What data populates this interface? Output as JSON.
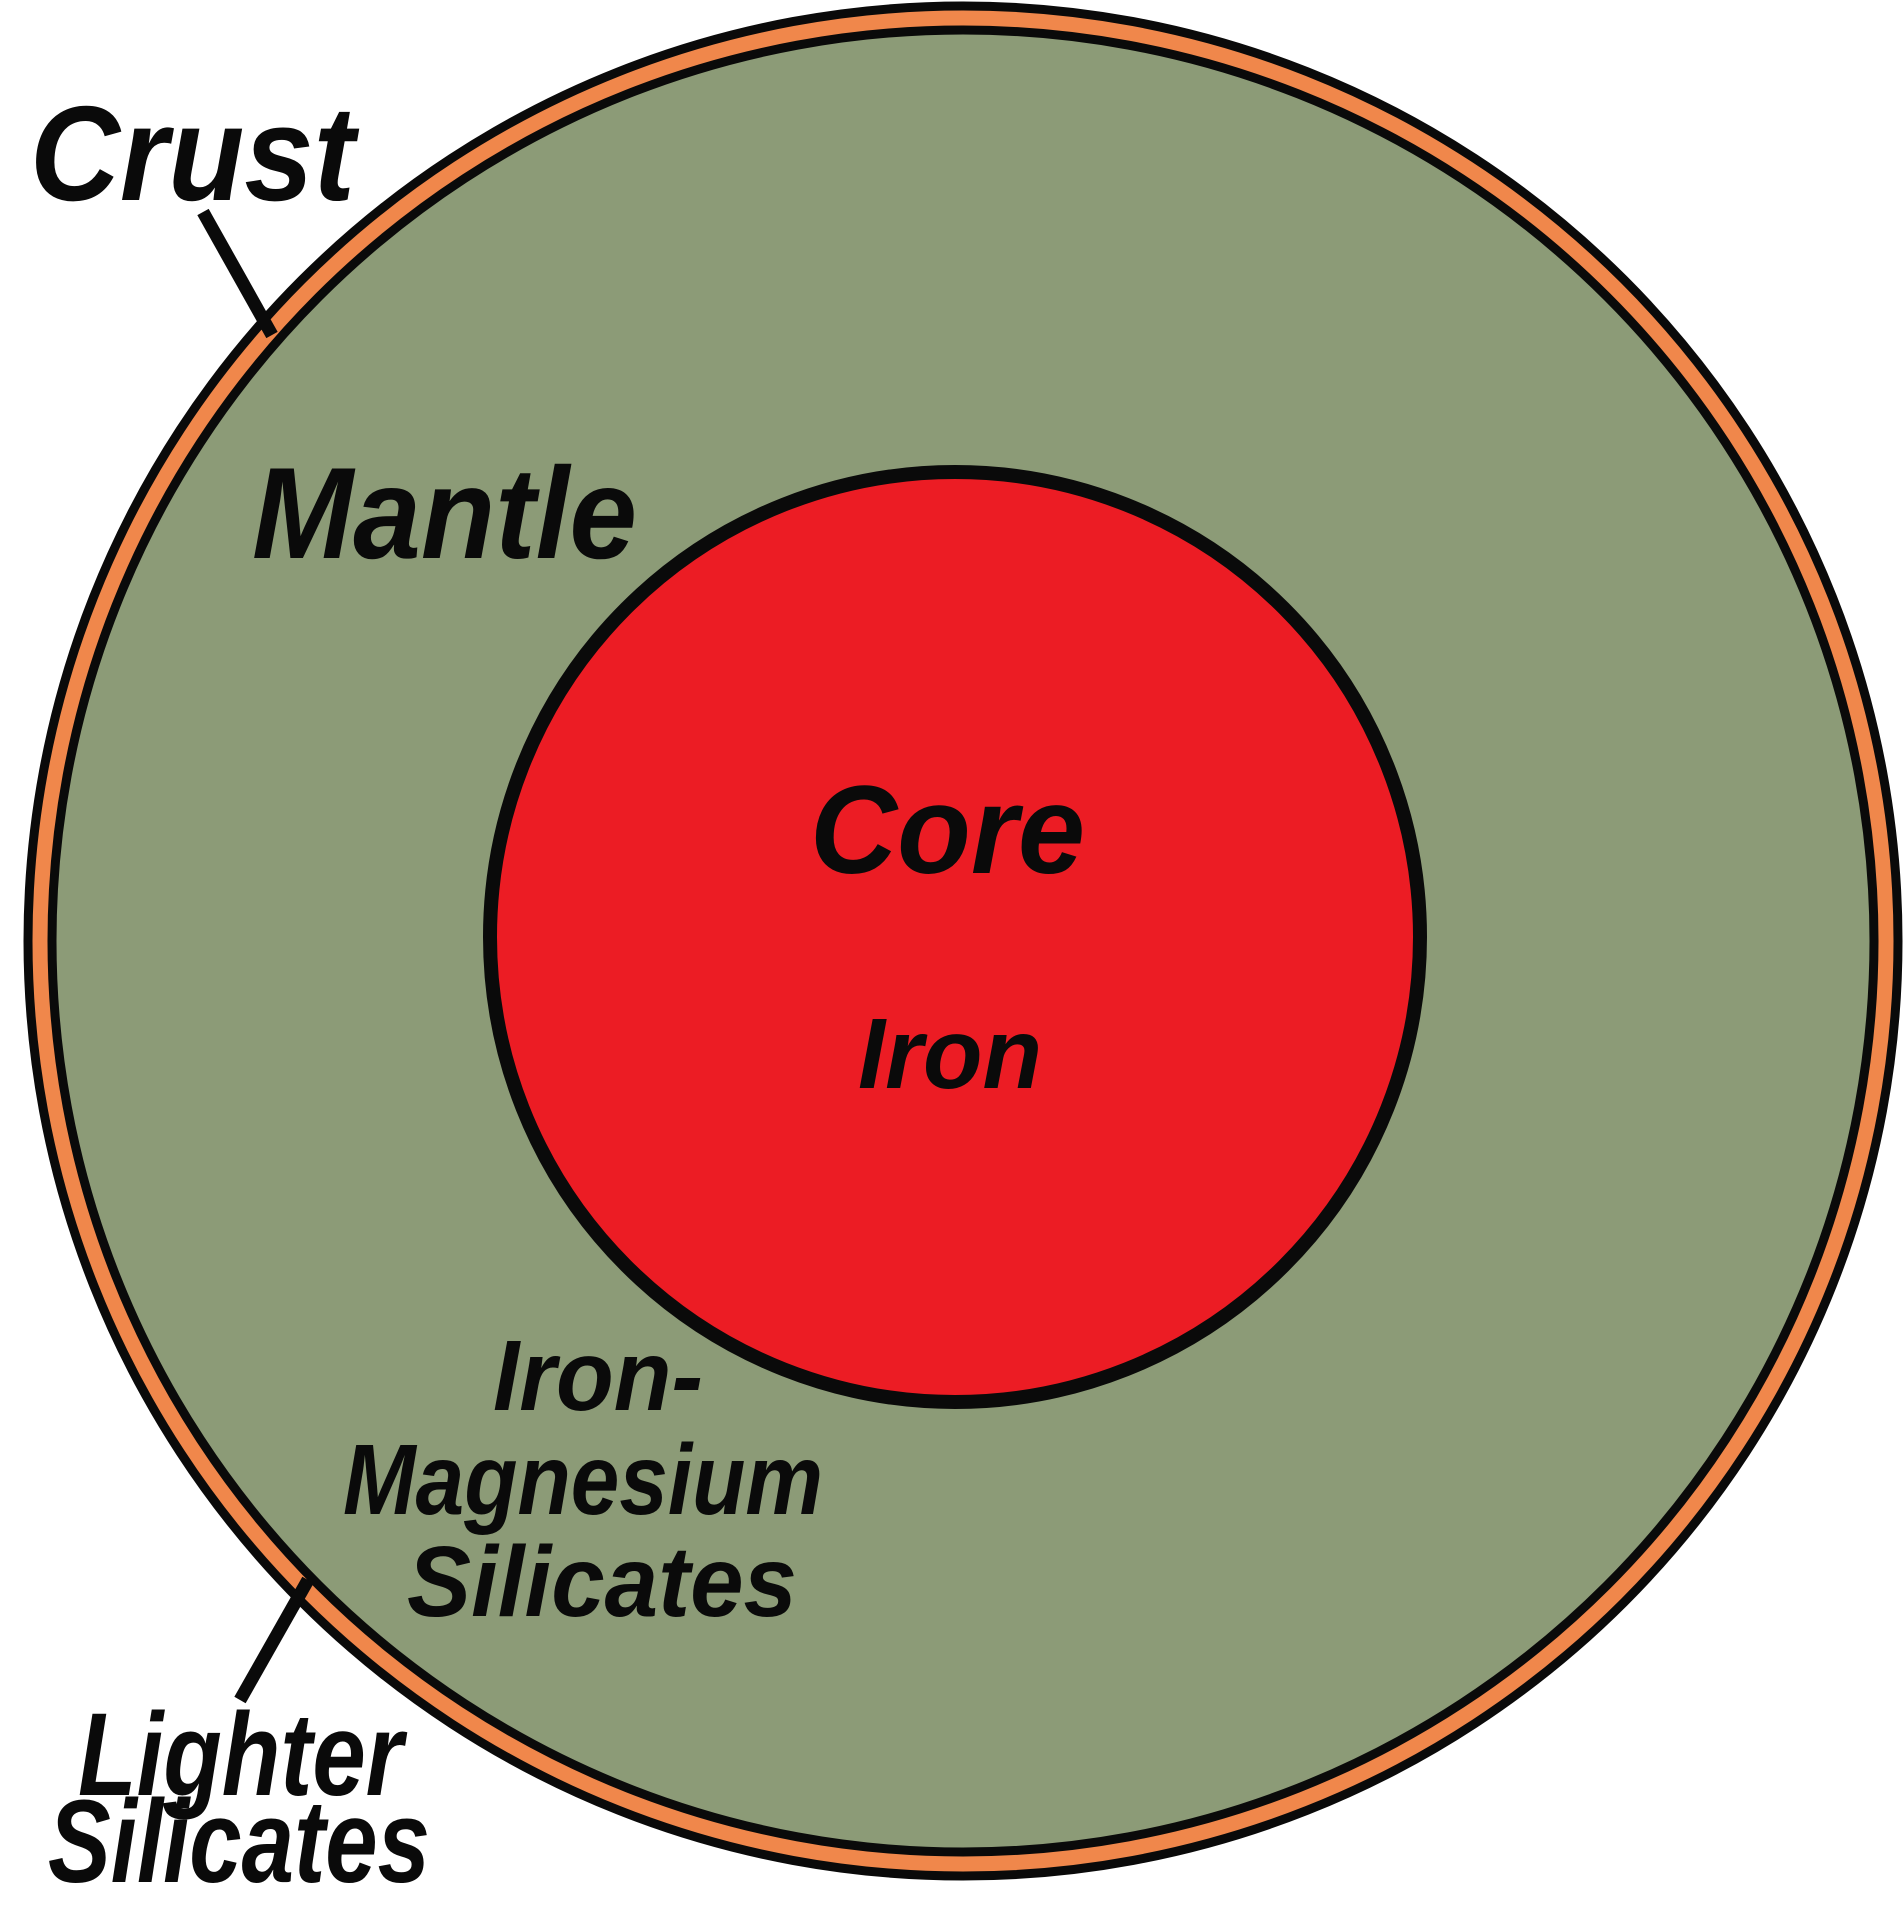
{
  "diagram": {
    "title": "Planetary interior cross-section diagram",
    "background_color": "#ffffff",
    "outline_color": "#0a0a0a",
    "layers": {
      "crust": {
        "label": "Crust",
        "composition_line1": "Lighter",
        "composition_line2": "Silicates",
        "color": "#F0874B"
      },
      "mantle": {
        "label": "Mantle",
        "composition_line1": "Iron-",
        "composition_line2": "Magnesium",
        "composition_line3": "Silicates",
        "color": "#8C9B77"
      },
      "core": {
        "label": "Core",
        "composition": "Iron",
        "color": "#EC1C24"
      }
    }
  }
}
